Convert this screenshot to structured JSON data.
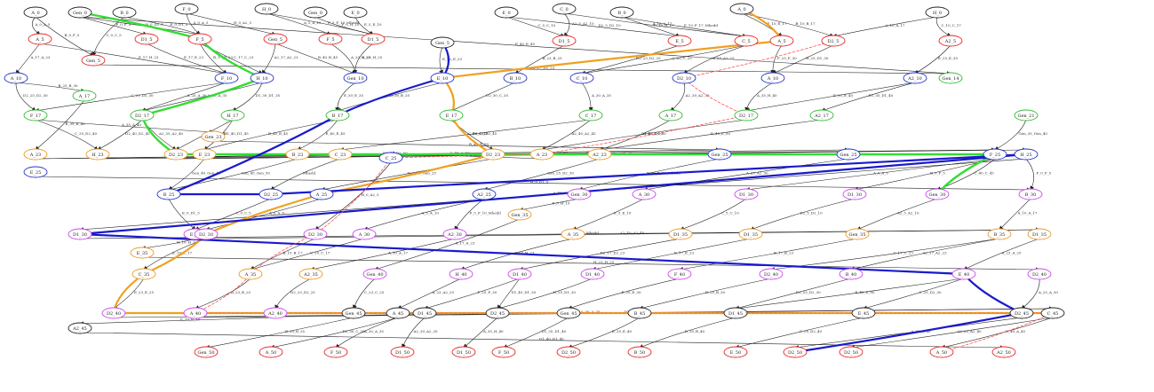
{
  "graph": {
    "colors": {
      "background": "#ffffff",
      "default_edge": "#222222",
      "default_node": "#333333",
      "path_green": "#33dd33",
      "path_orange": "#f0a020",
      "path_blue": "#1a1acc",
      "dashed_red": "#ff5555",
      "red": "#ee2222",
      "blue": "#2233cc",
      "green": "#33bb33",
      "orange": "#ee9922",
      "violet": "#cc44ee",
      "black": "#222222"
    },
    "nodes": [
      {
        "id": "n1",
        "label": "A_0",
        "color": "black"
      },
      {
        "id": "n2",
        "label": "Gen_0",
        "color": "black"
      },
      {
        "id": "n3",
        "label": "B_0",
        "color": "black"
      },
      {
        "id": "n4",
        "label": "F_0",
        "color": "black"
      },
      {
        "id": "n5",
        "label": "H_0",
        "color": "black"
      },
      {
        "id": "n6",
        "label": "Gen_0",
        "color": "black"
      },
      {
        "id": "n7",
        "label": "E_0",
        "color": "black"
      },
      {
        "id": "n8",
        "label": "E_0",
        "color": "black"
      },
      {
        "id": "n9",
        "label": "C_0",
        "color": "black"
      },
      {
        "id": "n10",
        "label": "B_0",
        "color": "black"
      },
      {
        "id": "n11",
        "label": "A_0",
        "color": "black"
      },
      {
        "id": "n12",
        "label": "H_0",
        "color": "black"
      },
      {
        "id": "n13",
        "label": "A_5",
        "color": "red"
      },
      {
        "id": "n14",
        "label": "Gen_5",
        "color": "red"
      },
      {
        "id": "n15",
        "label": "D1_5",
        "color": "red"
      },
      {
        "id": "n16",
        "label": "F_5",
        "color": "red"
      },
      {
        "id": "n17",
        "label": "Gen_5",
        "color": "red"
      },
      {
        "id": "n18",
        "label": "F_5",
        "color": "red"
      },
      {
        "id": "n19",
        "label": "D1_5",
        "color": "red"
      },
      {
        "id": "n20",
        "label": "Gen_5",
        "color": "black"
      },
      {
        "id": "n21",
        "label": "D1_5",
        "color": "red"
      },
      {
        "id": "n22",
        "label": "E_5",
        "color": "red"
      },
      {
        "id": "n23",
        "label": "C_5",
        "color": "red"
      },
      {
        "id": "n24",
        "label": "A_5",
        "color": "red"
      },
      {
        "id": "n25",
        "label": "D2_5",
        "color": "red"
      },
      {
        "id": "n26",
        "label": "A2_5",
        "color": "red"
      },
      {
        "id": "n27",
        "label": "A_10",
        "color": "blue"
      },
      {
        "id": "n28",
        "label": "F_10",
        "color": "blue"
      },
      {
        "id": "n29",
        "label": "H_10",
        "color": "blue"
      },
      {
        "id": "n30",
        "label": "Gen_10",
        "color": "blue"
      },
      {
        "id": "n31",
        "label": "E_10",
        "color": "blue"
      },
      {
        "id": "n32",
        "label": "B_10",
        "color": "blue"
      },
      {
        "id": "n33",
        "label": "C_10",
        "color": "blue"
      },
      {
        "id": "n34",
        "label": "D2_10",
        "color": "blue"
      },
      {
        "id": "n35",
        "label": "A_10",
        "color": "blue"
      },
      {
        "id": "n36",
        "label": "A2_10",
        "color": "blue"
      },
      {
        "id": "n37",
        "label": "Gen_14",
        "color": "green"
      },
      {
        "id": "n38",
        "label": "A_17",
        "color": "green"
      },
      {
        "id": "n39",
        "label": "F_17",
        "color": "green"
      },
      {
        "id": "n40",
        "label": "D2_17",
        "color": "green"
      },
      {
        "id": "n41",
        "label": "H_17",
        "color": "green"
      },
      {
        "id": "n42",
        "label": "B_17",
        "color": "green"
      },
      {
        "id": "n43",
        "label": "E_17",
        "color": "green"
      },
      {
        "id": "n44",
        "label": "C_17",
        "color": "green"
      },
      {
        "id": "n45",
        "label": "A_17",
        "color": "green"
      },
      {
        "id": "n46",
        "label": "D2_17",
        "color": "green"
      },
      {
        "id": "n47",
        "label": "A2_17",
        "color": "green"
      },
      {
        "id": "n48",
        "label": "Gen_21",
        "color": "green"
      },
      {
        "id": "n49",
        "label": "Gen_23",
        "color": "orange"
      },
      {
        "id": "n50",
        "label": "A_23",
        "color": "orange"
      },
      {
        "id": "n51",
        "label": "H_23",
        "color": "orange"
      },
      {
        "id": "n52",
        "label": "D2_23",
        "color": "orange"
      },
      {
        "id": "n53",
        "label": "E_23",
        "color": "orange"
      },
      {
        "id": "n54",
        "label": "B_23",
        "color": "orange"
      },
      {
        "id": "n55",
        "label": "C_23",
        "color": "orange"
      },
      {
        "id": "n56",
        "label": "D2_23",
        "color": "orange"
      },
      {
        "id": "n57",
        "label": "A_23",
        "color": "orange"
      },
      {
        "id": "n58",
        "label": "A2_23",
        "color": "orange"
      },
      {
        "id": "n59",
        "label": "Gen_25",
        "color": "blue"
      },
      {
        "id": "n60",
        "label": "Gen_25",
        "color": "blue"
      },
      {
        "id": "n61",
        "label": "F_25",
        "color": "blue"
      },
      {
        "id": "n62",
        "label": "H_25",
        "color": "blue"
      },
      {
        "id": "n63",
        "label": "E_25",
        "color": "blue"
      },
      {
        "id": "n64",
        "label": "B_25",
        "color": "blue"
      },
      {
        "id": "n65",
        "label": "D2_25",
        "color": "blue"
      },
      {
        "id": "n66",
        "label": "A_25",
        "color": "blue"
      },
      {
        "id": "n67",
        "label": "C_25",
        "color": "blue"
      },
      {
        "id": "n68",
        "label": "A2_25",
        "color": "blue"
      },
      {
        "id": "n69",
        "label": "Gen_30",
        "color": "violet"
      },
      {
        "id": "n70",
        "label": "A_30",
        "color": "violet"
      },
      {
        "id": "n71",
        "label": "D1_30",
        "color": "violet"
      },
      {
        "id": "n72",
        "label": "D1_30",
        "color": "violet"
      },
      {
        "id": "n73",
        "label": "Gen_30",
        "color": "violet"
      },
      {
        "id": "n74",
        "label": "B_30",
        "color": "violet"
      },
      {
        "id": "n75",
        "label": "D1_30",
        "color": "violet"
      },
      {
        "id": "n76",
        "label": "E_30",
        "color": "violet"
      },
      {
        "id": "n77",
        "label": "D2_30",
        "color": "violet"
      },
      {
        "id": "n78",
        "label": "D2_30",
        "color": "violet"
      },
      {
        "id": "n79",
        "label": "A_30",
        "color": "violet"
      },
      {
        "id": "n80",
        "label": "A2_30",
        "color": "violet"
      },
      {
        "id": "n81",
        "label": "Gen_35",
        "color": "orange"
      },
      {
        "id": "n82",
        "label": "A_35",
        "color": "orange"
      },
      {
        "id": "n83",
        "label": "D1_35",
        "color": "orange"
      },
      {
        "id": "n84",
        "label": "D1_35",
        "color": "orange"
      },
      {
        "id": "n85",
        "label": "Gen_35",
        "color": "orange"
      },
      {
        "id": "n86",
        "label": "B_35",
        "color": "orange"
      },
      {
        "id": "n87",
        "label": "D1_35",
        "color": "orange"
      },
      {
        "id": "n88",
        "label": "E_35",
        "color": "orange"
      },
      {
        "id": "n89",
        "label": "C_35",
        "color": "orange"
      },
      {
        "id": "n90",
        "label": "A_35",
        "color": "orange"
      },
      {
        "id": "n91",
        "label": "A2_35",
        "color": "orange"
      },
      {
        "id": "n92",
        "label": "Gen_40",
        "color": "violet"
      },
      {
        "id": "n93",
        "label": "H_40",
        "color": "violet"
      },
      {
        "id": "n94",
        "label": "D1_40",
        "color": "violet"
      },
      {
        "id": "n95",
        "label": "D1_40",
        "color": "violet"
      },
      {
        "id": "n96",
        "label": "F_40",
        "color": "violet"
      },
      {
        "id": "n97",
        "label": "D2_40",
        "color": "violet"
      },
      {
        "id": "n98",
        "label": "B_40",
        "color": "violet"
      },
      {
        "id": "n99",
        "label": "E_40",
        "color": "violet"
      },
      {
        "id": "n100",
        "label": "D2_40",
        "color": "violet"
      },
      {
        "id": "n101",
        "label": "D2_40",
        "color": "violet"
      },
      {
        "id": "n102",
        "label": "A_40",
        "color": "violet"
      },
      {
        "id": "n103",
        "label": "A2_40",
        "color": "violet"
      },
      {
        "id": "n104",
        "label": "Gen_45",
        "color": "black"
      },
      {
        "id": "n105",
        "label": "A_45",
        "color": "black"
      },
      {
        "id": "n106",
        "label": "D1_45",
        "color": "black"
      },
      {
        "id": "n107",
        "label": "D2_45",
        "color": "black"
      },
      {
        "id": "n108",
        "label": "Gen_45",
        "color": "black"
      },
      {
        "id": "n109",
        "label": "B_45",
        "color": "black"
      },
      {
        "id": "n110",
        "label": "D1_45",
        "color": "black"
      },
      {
        "id": "n111",
        "label": "E_45",
        "color": "black"
      },
      {
        "id": "n112",
        "label": "D2_45",
        "color": "black"
      },
      {
        "id": "n113",
        "label": "C_45",
        "color": "black"
      },
      {
        "id": "n114",
        "label": "A2_45",
        "color": "black"
      },
      {
        "id": "n115",
        "label": "Gen_50",
        "color": "red"
      },
      {
        "id": "n116",
        "label": "A_50",
        "color": "red"
      },
      {
        "id": "n117",
        "label": "F_50",
        "color": "red"
      },
      {
        "id": "n118",
        "label": "D1_50",
        "color": "red"
      },
      {
        "id": "n119",
        "label": "D1_50",
        "color": "red"
      },
      {
        "id": "n120",
        "label": "F_50",
        "color": "red"
      },
      {
        "id": "n121",
        "label": "D2_50",
        "color": "red"
      },
      {
        "id": "n122",
        "label": "B_50",
        "color": "red"
      },
      {
        "id": "n123",
        "label": "E_50",
        "color": "red"
      },
      {
        "id": "n124",
        "label": "D2_50",
        "color": "red"
      },
      {
        "id": "n125",
        "label": "D2_50",
        "color": "red"
      },
      {
        "id": "n126",
        "label": "A_50",
        "color": "red"
      },
      {
        "id": "n127",
        "label": "A2_50",
        "color": "red"
      }
    ],
    "edge_label_texts": [
      "A_0_A_5",
      "B_0_F_5",
      "F_0_F_5",
      "H_0_D1_5",
      "E_0_D1_5",
      "C_0_C_5",
      "A_0_A_5",
      "H_0_A2_5",
      "A_5_A_10",
      "F_5_F_10_Mhedd",
      "F_5_H_10",
      "E_5_E_10",
      "C_5_C_10",
      "D2_5_D2_10",
      "A2_5_A2_10",
      "A_10_A_17",
      "F_10_F_17_Mhedd",
      "H_10_H_17",
      "E_10_E_17",
      "B_10_B_17",
      "C_10_C_17",
      "A_10_A_17",
      "A_17_A_23",
      "F_17_H_23",
      "D2_17_D2_23",
      "E_17_E_23",
      "B_17_B_23",
      "C_17_C_23",
      "A2_17_A2_23",
      "A_23_A_25",
      "H_23_H_25",
      "E_23_E_25",
      "B_23_B_25",
      "D2_23_D2_25",
      "C_23_C_25",
      "A_23_A2_25",
      "F_25_F_30",
      "H_25_D1_30",
      "E_25_E_30",
      "B_25_B_30",
      "D2_25_D2_30",
      "C_25_D2_30",
      "A_25_A_30",
      "A_30_A_35",
      "D1_30_D1_35",
      "E_30_E_35",
      "B_30_B_35",
      "D2_30_C_35",
      "A_30_A_35",
      "A2_30_A2_35",
      "A_35_H_40",
      "D1_35_D1_40",
      "E_35_E_40",
      "B_35_B_40",
      "C_35_D2_40",
      "A_35_A_40",
      "A2_35_A2_40",
      "H_40_A_45",
      "D1_40_D1_45",
      "E_40_E_45",
      "B_40_B_45",
      "D2_40_D2_45",
      "C_40_C_45",
      "A2_40_A2_45",
      "A_45_A_50",
      "D1_45_D1_50",
      "E_45_E_50",
      "B_45_B_50",
      "D2_45_D2_50",
      "C_45_A_50",
      "A2_45_A2_50",
      "Gen_25_Gen_30",
      "Gen_30_Gen_35",
      "Gen_40_Gen_45",
      "Gen_45_Gen_50",
      "Mhedd",
      "Gen_19_Gen_25",
      "Gen_14_D2_17",
      "Cen_25_D2_30",
      "Gen_35_Gen_40",
      "F_25_F_30_Mhedd",
      "A_25_A2_30"
    ]
  }
}
